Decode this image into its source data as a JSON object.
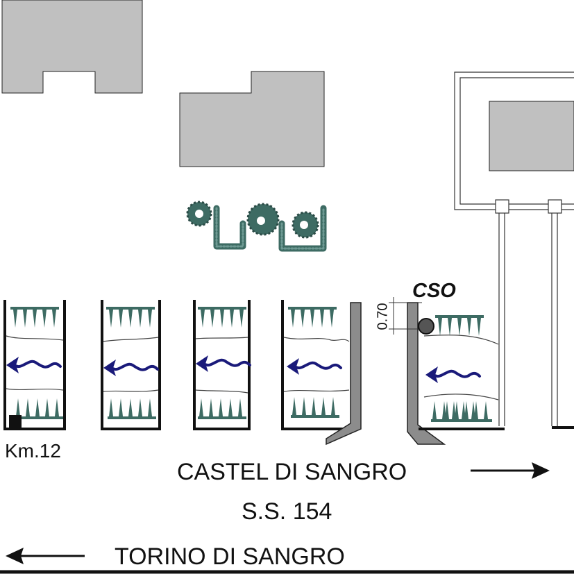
{
  "labels": {
    "cso": "CSO",
    "dimension": "0.70",
    "km": "Km.12",
    "direction_right": "CASTEL DI SANGRO",
    "road": "S.S. 154",
    "direction_left": "TORINO DI SANGRO"
  },
  "colors": {
    "building_fill": "#c0c0c0",
    "outline": "#222222",
    "vegetation": "#3d6b63",
    "arrow": "#1a1a7a",
    "barrier_fill": "#8c8c8c"
  }
}
